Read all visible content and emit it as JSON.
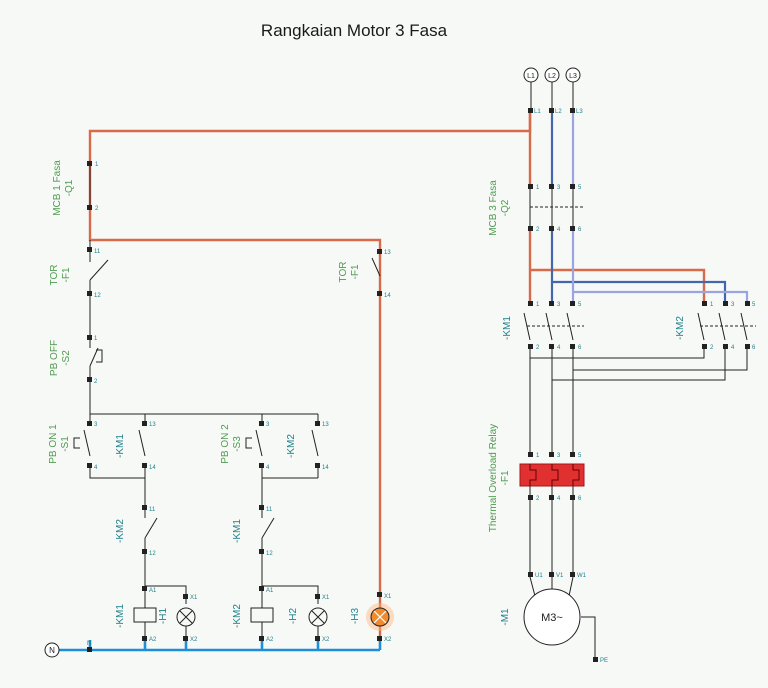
{
  "title": "Rangkaian Motor 3 Fasa",
  "colors": {
    "phase_l1": "#d86a4a",
    "phase_l2": "#4466aa",
    "phase_l3": "#9aa4e0",
    "neutral": "#1e8ed8",
    "label_green": "#4f9a4f",
    "label_teal": "#1f7f8a",
    "overload": "#e03030"
  },
  "supply": {
    "l1": "L1",
    "l2": "L2",
    "l3": "L3",
    "n": "N",
    "pe": "PE"
  },
  "labels": {
    "q1_name": "MCB 1 Fasa",
    "q1_tag": "-Q1",
    "f1_tor_name": "TOR",
    "f1_tor_tag": "-F1",
    "f1_tor_right_name": "TOR",
    "f1_tor_right_tag": "-F1",
    "s2_name": "PB OFF",
    "s2_tag": "-S2",
    "s1_name": "PB ON 1",
    "s1_tag": "-S1",
    "s3_name": "PB ON 2",
    "s3_tag": "-S3",
    "km1_hold": "-KM1",
    "km2_hold": "-KM2",
    "km2_interlock": "-KM2",
    "km1_interlock": "-KM1",
    "km1_coil": "-KM1",
    "h1": "-H1",
    "km2_coil": "-KM2",
    "h2": "-H2",
    "h3": "-H3",
    "q2_name": "MCB 3 Fasa",
    "q2_tag": "-Q2",
    "km1_main": "-KM1",
    "km2_main": "-KM2",
    "f1_name": "Thermal Overload Relay",
    "f1_tag": "-F1",
    "m1_tag": "-M1",
    "motor": "M3~"
  },
  "terminals": {
    "q1_top": "1",
    "q1_bot": "2",
    "tor_11": "11",
    "tor_12": "12",
    "tor_13": "13",
    "tor_14": "14",
    "s2_1": "1",
    "s2_2": "2",
    "s1_3": "3",
    "s1_4": "4",
    "km1_13": "13",
    "km1_14": "14",
    "s3_3": "3",
    "s3_4": "4",
    "km2_13": "13",
    "km2_14": "14",
    "km2_11": "11",
    "km2_12": "12",
    "km1_11": "11",
    "km1_12": "12",
    "a1": "A1",
    "a2": "A2",
    "x1": "X1",
    "x2": "X2",
    "n_term": "N",
    "q2_l1": "L1",
    "q2_l2": "L2",
    "q2_l3": "L3",
    "p1": "1",
    "p3": "3",
    "p5": "5",
    "p2": "2",
    "p4": "4",
    "p6": "6",
    "u1": "U1",
    "v1": "V1",
    "w1": "W1"
  }
}
